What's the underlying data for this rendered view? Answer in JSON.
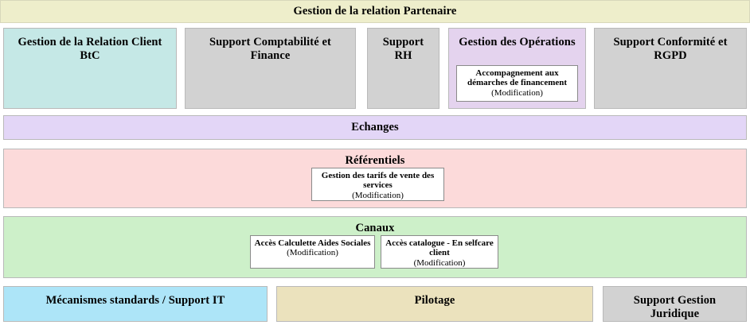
{
  "diagram": {
    "header": {
      "label": "Gestion de la relation Partenaire",
      "color": "#eeeecb"
    },
    "domain_columns": [
      {
        "label": "Gestion de la Relation Client BtC",
        "color": "#c5e8e6",
        "capabilities": []
      },
      {
        "label": "Support Comptabilité et Finance",
        "color": "#d2d2d2",
        "capabilities": []
      },
      {
        "label": "Support RH",
        "color": "#d2d2d2",
        "capabilities": []
      },
      {
        "label": "Gestion des Opérations",
        "color": "#e4d3ee",
        "capabilities": [
          {
            "label": "Accompagnement aux démarches de financement",
            "state": "(Modification)"
          }
        ]
      },
      {
        "label": "Support Conformité et RGPD",
        "color": "#d2d2d2",
        "capabilities": []
      }
    ],
    "bands": [
      {
        "label": "Echanges",
        "color": "#e3d6f7",
        "capabilities": []
      },
      {
        "label": "Référentiels",
        "color": "#fcdada",
        "capabilities": [
          {
            "label": "Gestion des tarifs de vente des services",
            "state": "(Modification)"
          }
        ]
      },
      {
        "label": "Canaux",
        "color": "#cdf0c9",
        "capabilities": [
          {
            "label": "Accès Calculette Aides Sociales",
            "state": "(Modification)"
          },
          {
            "label": "Accès catalogue - En selfcare client",
            "state": "(Modification)"
          }
        ]
      }
    ],
    "bottom_columns": [
      {
        "label": "Mécanismes standards / Support IT",
        "color": "#ade5f8"
      },
      {
        "label": "Pilotage",
        "color": "#ebe2bd"
      },
      {
        "label": "Support Gestion Juridique",
        "color": "#d2d2d2"
      }
    ]
  }
}
